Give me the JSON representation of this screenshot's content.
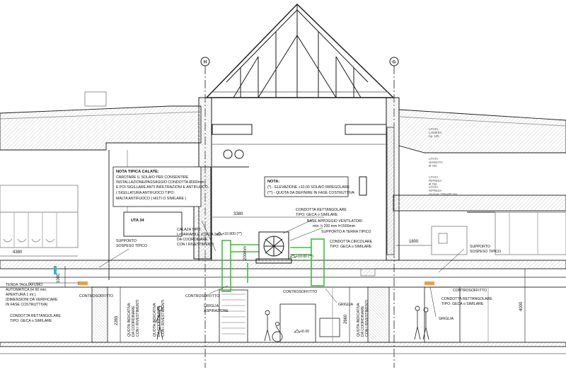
{
  "grid_axes": {
    "left": "H",
    "right": "G"
  },
  "dimensions": {
    "d3380": "3380",
    "d4380": "4380",
    "d1800": "1800",
    "d1000": "1000",
    "d4000": "4000",
    "d2660": "2660",
    "d2265": "2265",
    "d200mm": "200mm",
    "elev_10900": "+10.900 (**)",
    "elev_10000": "+10.00 (**)",
    "elev_600": "+6.00"
  },
  "notes": {
    "nota_tipica": [
      "NOTA TIPICA CALATE:",
      "CAROTARE IL SOLAIO PER CONSENTIRE",
      "INSTALLAZIONE/PASSAGGIO CONDOTTA Ø300mm",
      "E POI SIGILLARE ANTI INFILTRAZIONI E ANTIFUOCO.",
      "( SIGILLATURA ANTIFUOCO TIPO:",
      "MALTA ANTIFUOCO ( HILTI O SIMILARE )"
    ],
    "nota": [
      "NOTA:",
      "(*) - ELEVAZIONE +10.00 SOLAIO IRREGOLARE",
      "(**) - QUOTA DA DEFINIRE IN FASE COSTRUTTIVA"
    ]
  },
  "labels": {
    "uta": "UTA 34",
    "calaza": [
      "CALAZA TIPO:",
      "L=VARIABILE (CIRCA 2m)",
      "DA COORDINARE",
      "CON I RIVESTIMENTI"
    ],
    "condotta_rett_top": [
      "CONDOTTA RETTANGOLARE",
      "TIPO: GECA o SIMILARE"
    ],
    "base_appoggio": [
      "BASE APPOGGIO VENTILATORI",
      "min. h 200 mm l=1500mm"
    ],
    "supporto_terra": "SUPPORTO A TERRA TIPICO",
    "condotta_circ": [
      "CONDOTTA CIRCOLARE",
      "TIPO: GECA o SIMILARE"
    ],
    "supporto_left": [
      "SUPPORTO",
      "SOSPESO TIPICO"
    ],
    "supporto_right": [
      "SUPPORTO",
      "SOSPESO TIPICO"
    ],
    "tenda": [
      "TENDA TAGLIAFUMO",
      "AUTOMATICA (H 60 min.",
      "APERTURA 1 mt )",
      "(DIMENSIONI DA VERIFICARE",
      "IN FASE COSTRUTTIVA)"
    ],
    "condotta_rett_left": [
      "CONDOTTA RETTANGOLARE",
      "TIPO: GECA o SIMILARE"
    ],
    "controsoffitto_1": "CONTROSOFFITTO",
    "controsoffitto_2": "CONTROSOFFITTO",
    "controsoffitto_3": "CONTROSOFFITTO",
    "controsoffitto_4": "CONTROSOFFITTO",
    "griglia_aspirazione": [
      "GRIGLIA",
      "ASPIRAZIONE"
    ],
    "griglia_1": "GRIGLIA",
    "griglia_2": "GRIGLIA",
    "condotta_rett_right": [
      "CONDOTTA RETTANGOLARE",
      "TIPO: GECA o SIMILARE"
    ],
    "quota_indicativa_1": [
      "QUOTA INDICATIVA",
      "DA COORDINARE",
      "CON I RIVESTIMENTI"
    ],
    "quota_indicativa_2": [
      "QUOTA INDICATIVA",
      "DA COORDINARE",
      "CON I RIVESTIMENTI"
    ],
    "quota_indicativa_3": [
      "QUOTA INDICATIVA",
      "DA COORDINARE",
      "CON I RIVESTIMENTI"
    ],
    "far_right_small": [
      "LITATA",
      "LAMIERA",
      "Sp. 100",
      "LITATA",
      "MANDATA",
      "Ø 700",
      "LITATA",
      "RIPRESA",
      "Ø 700",
      "LITATA",
      "RIPRESA",
      "Sezione 700x400 mm"
    ]
  },
  "colors": {
    "line": "#1a1a1a",
    "hidden": "#9a9a9a",
    "hatch": "#bdbdbd",
    "duct_green": "#38c238",
    "accent_orange": "#e8a23a",
    "accent_cyan": "#2fb7d0"
  }
}
